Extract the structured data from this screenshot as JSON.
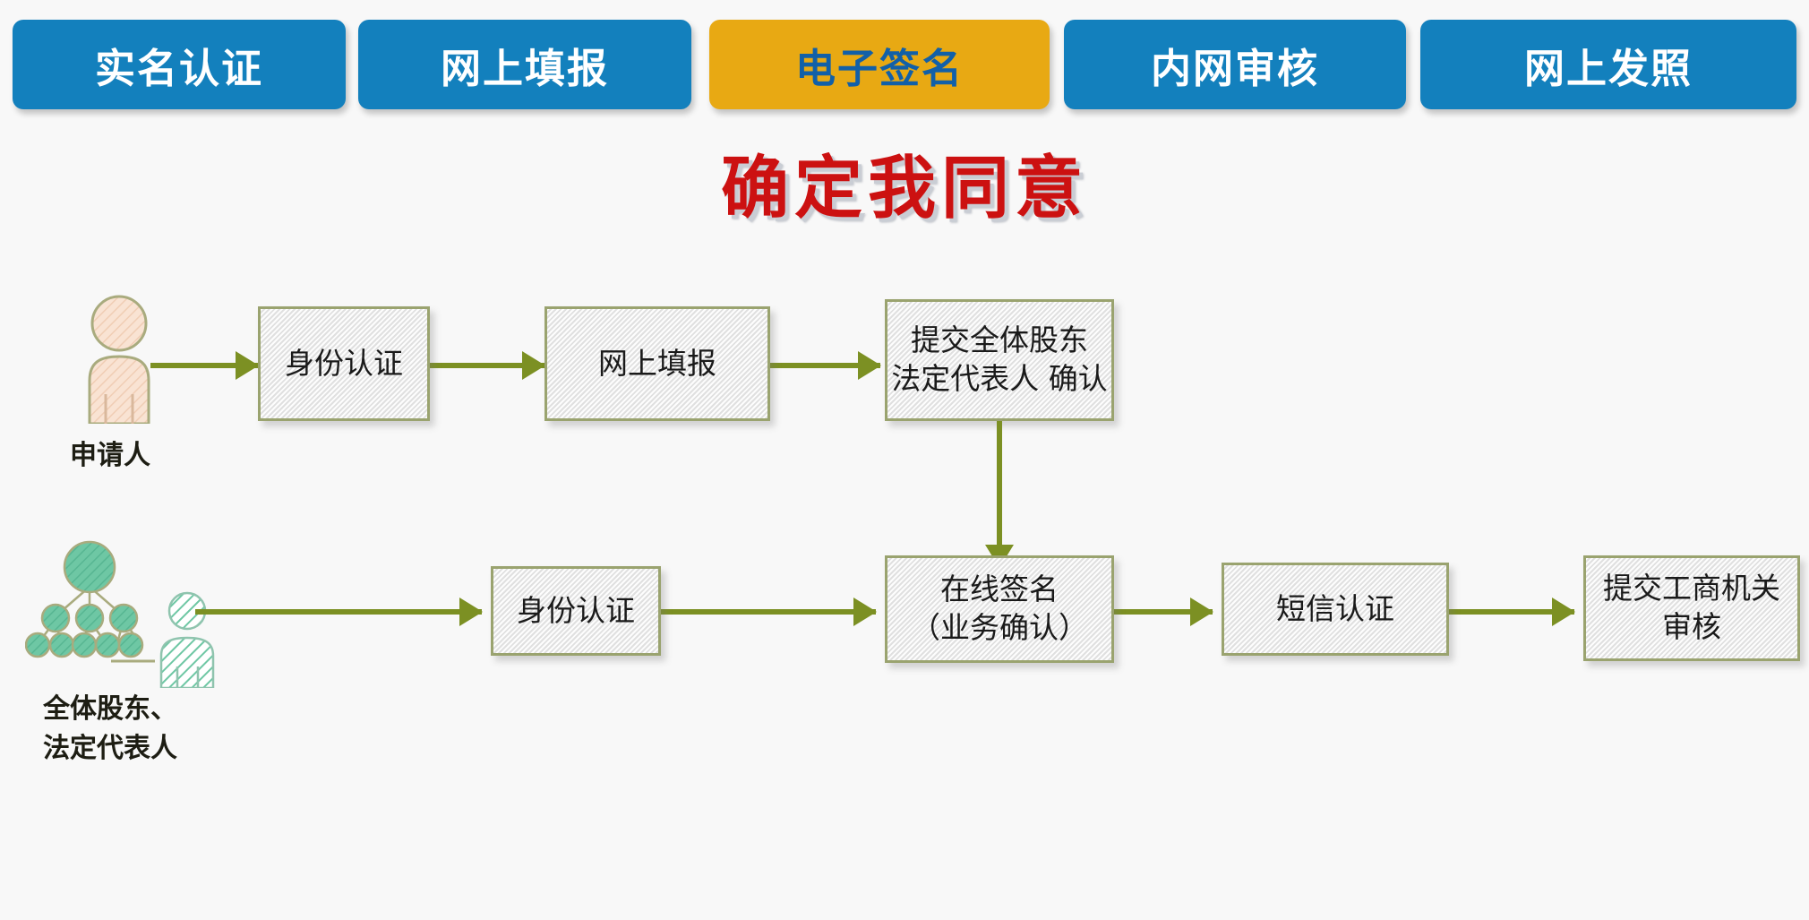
{
  "page": {
    "background_color": "#f8f8f8",
    "headline": "确定我同意",
    "headline_color": "#cc1111"
  },
  "tabs": {
    "active_color": "#e8a913",
    "inactive_color": "#1380bd",
    "active_text_color": "#1260a8",
    "items": [
      {
        "label": "实名认证",
        "state": "inactive"
      },
      {
        "label": "网上填报",
        "state": "inactive"
      },
      {
        "label": "电子签名",
        "state": "active"
      },
      {
        "label": "内网审核",
        "state": "inactive"
      },
      {
        "label": "网上发照",
        "state": "inactive"
      }
    ]
  },
  "flow": {
    "arrow_color": "#7c9023",
    "box_border_color": "#9aa36f",
    "actors": [
      {
        "id": "applicant",
        "label": "申请人",
        "icon": "person-icon",
        "color": "#f7dfcd"
      },
      {
        "id": "shareholders",
        "label": "全体股东、\n法定代表人",
        "icon": "org-chart-people-icon",
        "color": "#6ec7a4"
      }
    ],
    "row1": [
      {
        "id": "identity-verification-1",
        "label": "身份认证"
      },
      {
        "id": "online-filing",
        "label": "网上填报"
      },
      {
        "id": "submit-confirmation",
        "label": "提交全体股东\n法定代表人 确认"
      }
    ],
    "row2": [
      {
        "id": "identity-verification-2",
        "label": "身份认证"
      },
      {
        "id": "online-signature",
        "label": "在线签名\n（业务确认）"
      },
      {
        "id": "sms-verification",
        "label": "短信认证"
      },
      {
        "id": "submit-to-authority",
        "label": "提交工商机关\n审核"
      }
    ]
  }
}
